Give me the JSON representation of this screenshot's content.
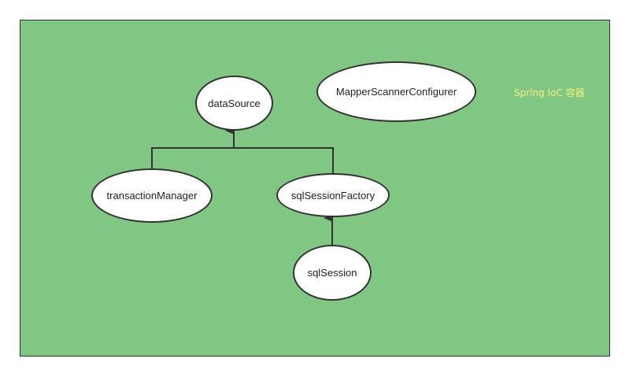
{
  "diagram": {
    "container_label": "Spring IoC 容器",
    "colors": {
      "container_fill": "#80C783",
      "container_label": "#F7F17A",
      "node_fill": "#FFFFFF",
      "line": "#333333"
    },
    "nodes": {
      "data_source": "dataSource",
      "mapper_scanner_configurer": "MapperScannerConfigurer",
      "transaction_manager": "transactionManager",
      "sql_session_factory": "sqlSessionFactory",
      "sql_session": "sqlSession"
    },
    "edges": [
      {
        "from": "transactionManager",
        "to": "dataSource"
      },
      {
        "from": "sqlSessionFactory",
        "to": "dataSource"
      },
      {
        "from": "sqlSession",
        "to": "sqlSessionFactory"
      }
    ]
  }
}
